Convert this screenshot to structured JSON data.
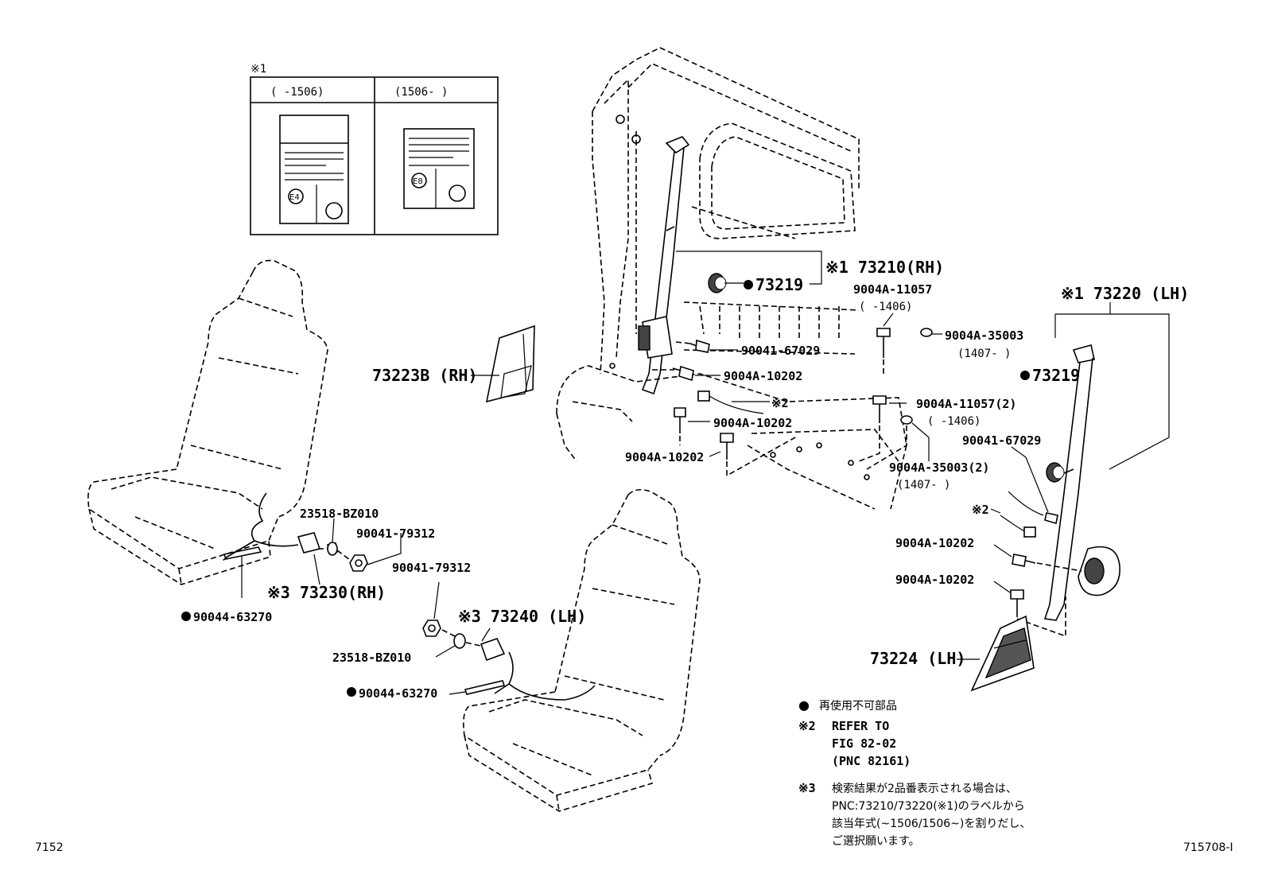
{
  "inset": {
    "mark": "※1",
    "col1": "(    -1506)",
    "col2": "(1506-    )",
    "label1_code": "E4",
    "label2_code": "E8"
  },
  "parts": {
    "p73210": "※1 73210(RH)",
    "p73219_a": "73219",
    "p9004A_11057_a": "9004A-11057",
    "p9004A_11057_a_date": "(    -1406)",
    "p9004A_35003_a": "9004A-35003",
    "p9004A_35003_a_date": "(1407-    )",
    "p90041_67029_a": "90041-67029",
    "p9004A_10202_a": "9004A-10202",
    "ref2_a": "※2",
    "p9004A_10202_b": "9004A-10202",
    "p9004A_10202_c": "9004A-10202",
    "p73223B": "73223B (RH)",
    "p9004A_11057_b": "9004A-11057(2)",
    "p9004A_11057_b_date": "(    -1406)",
    "p9004A_35003_b": "9004A-35003(2)",
    "p9004A_35003_b_date": "(1407-    )",
    "p73220": "※1 73220 (LH)",
    "p73219_b": "73219",
    "p90041_67029_b": "90041-67029",
    "ref2_b": "※2",
    "p9004A_10202_d": "9004A-10202",
    "p9004A_10202_e": "9004A-10202",
    "p73224": "73224 (LH)",
    "p23518_a": "23518-BZ010",
    "p90041_79312_a": "90041-79312",
    "p73230": "※3 73230(RH)",
    "p90044_a": "90044-63270",
    "p90041_79312_b": "90041-79312",
    "p73240": "※3 73240 (LH)",
    "p23518_b": "23518-BZ010",
    "p90044_b": "90044-63270"
  },
  "legend": {
    "bullet": "●",
    "bullet_text": "再使用不可部品",
    "ref2_mark": "※2",
    "ref2_line1": "REFER TO",
    "ref2_line2": "FIG 82-02",
    "ref2_line3": "(PNC 82161)",
    "ref3_mark": "※3",
    "ref3_line1": "検索結果が2品番表示される場合は、",
    "ref3_line2": "PNC:73210/73220(※1)のラベルから",
    "ref3_line3": "該当年式(~1506/1506~)を割りだし、",
    "ref3_line4": "ご選択願います。"
  },
  "footer": {
    "left_code": "7152",
    "right_code": "715708-I"
  }
}
